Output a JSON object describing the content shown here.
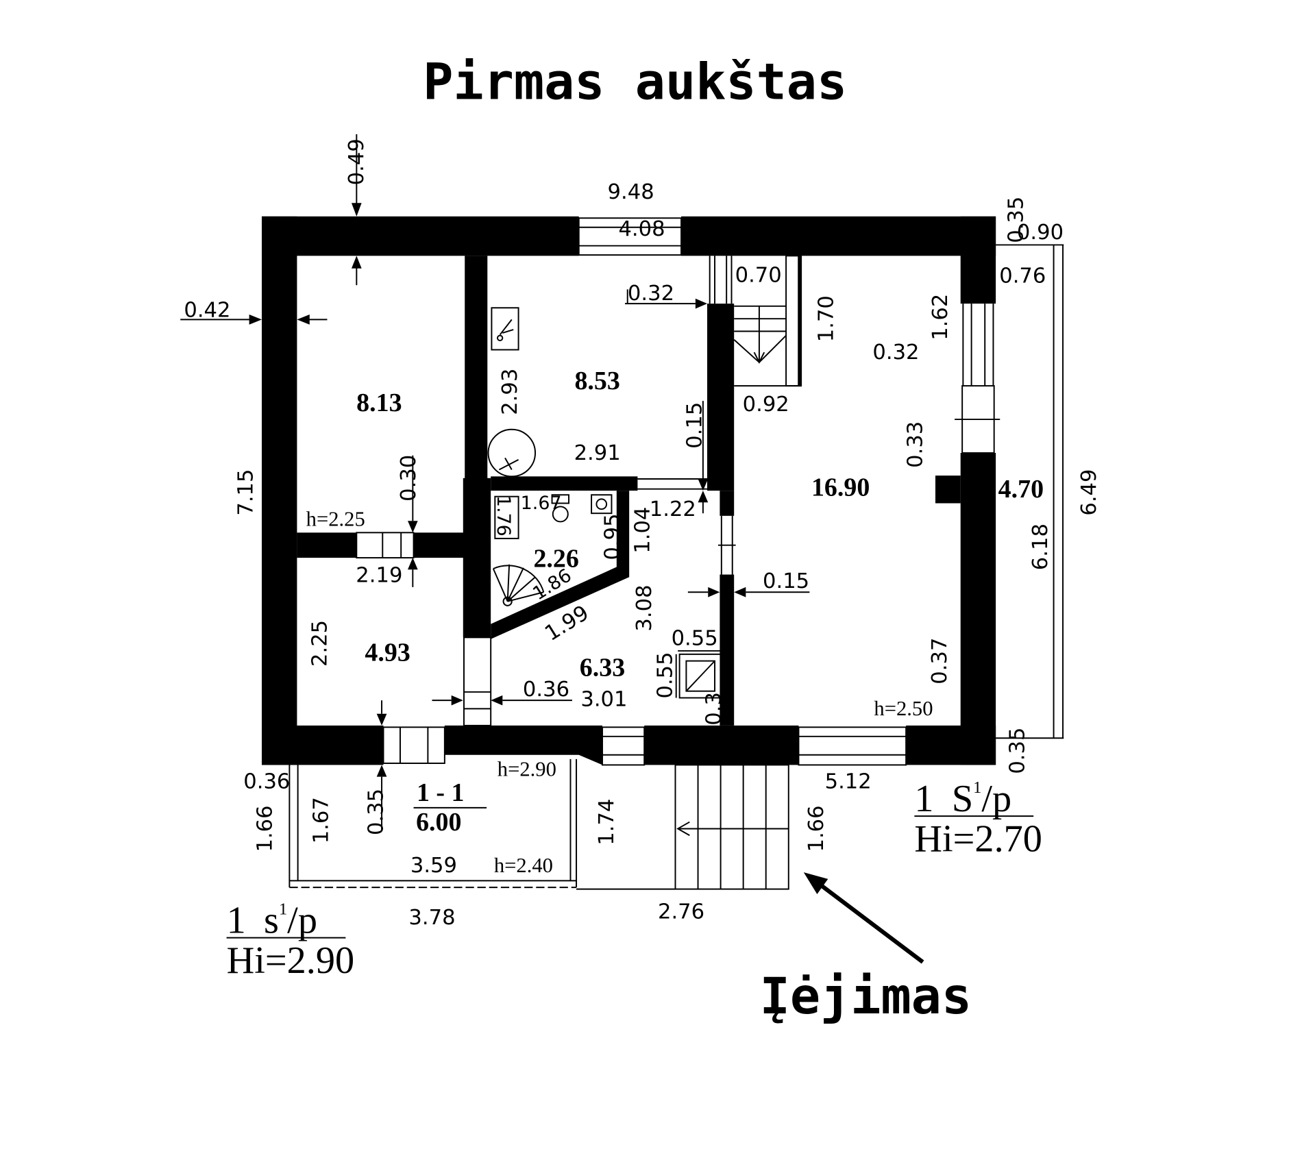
{
  "title": "Pirmas aukštas",
  "entrance_label": "Įėjimas",
  "colors": {
    "walls": "#000000",
    "background": "#ffffff"
  },
  "room_areas": [
    "8.13",
    "8.53",
    "16.90",
    "4.70",
    "2.26",
    "4.93",
    "6.33"
  ],
  "porch": {
    "label": "1 - 1",
    "area": "6.00"
  },
  "ceiling_heights": [
    "h=2.25",
    "h=2.50",
    "h=2.90",
    "h=2.40"
  ],
  "level_marks": [
    {
      "prefix": "1 S",
      "superscript": "1",
      "suffix": "/p",
      "height": "Hi=2.70"
    },
    {
      "prefix": "1 s",
      "superscript": "1",
      "suffix": "/p",
      "height": "Hi=2.90"
    }
  ],
  "dimensions": [
    "0.49",
    "9.48",
    "4.08",
    "0.35",
    "0.90",
    "0.76",
    "0.42",
    "0.70",
    "0.32",
    "1.70",
    "1.62",
    "0.32",
    "2.93",
    "0.92",
    "0.15",
    "0.33",
    "2.91",
    "0.30",
    "6.49",
    "7.15",
    "1.67",
    "1.22",
    "1.76",
    "1.04",
    "0.95",
    "6.18",
    "2.19",
    "1.86",
    "0.15",
    "1.99",
    "3.08",
    "2.25",
    "0.55",
    "0.55",
    "0.37",
    "0.36",
    "3.01",
    "0.3",
    "0.35",
    "0.36",
    "5.12",
    "1.66",
    "1.67",
    "0.35",
    "1.74",
    "1.66",
    "3.59",
    "3.78",
    "2.76"
  ]
}
